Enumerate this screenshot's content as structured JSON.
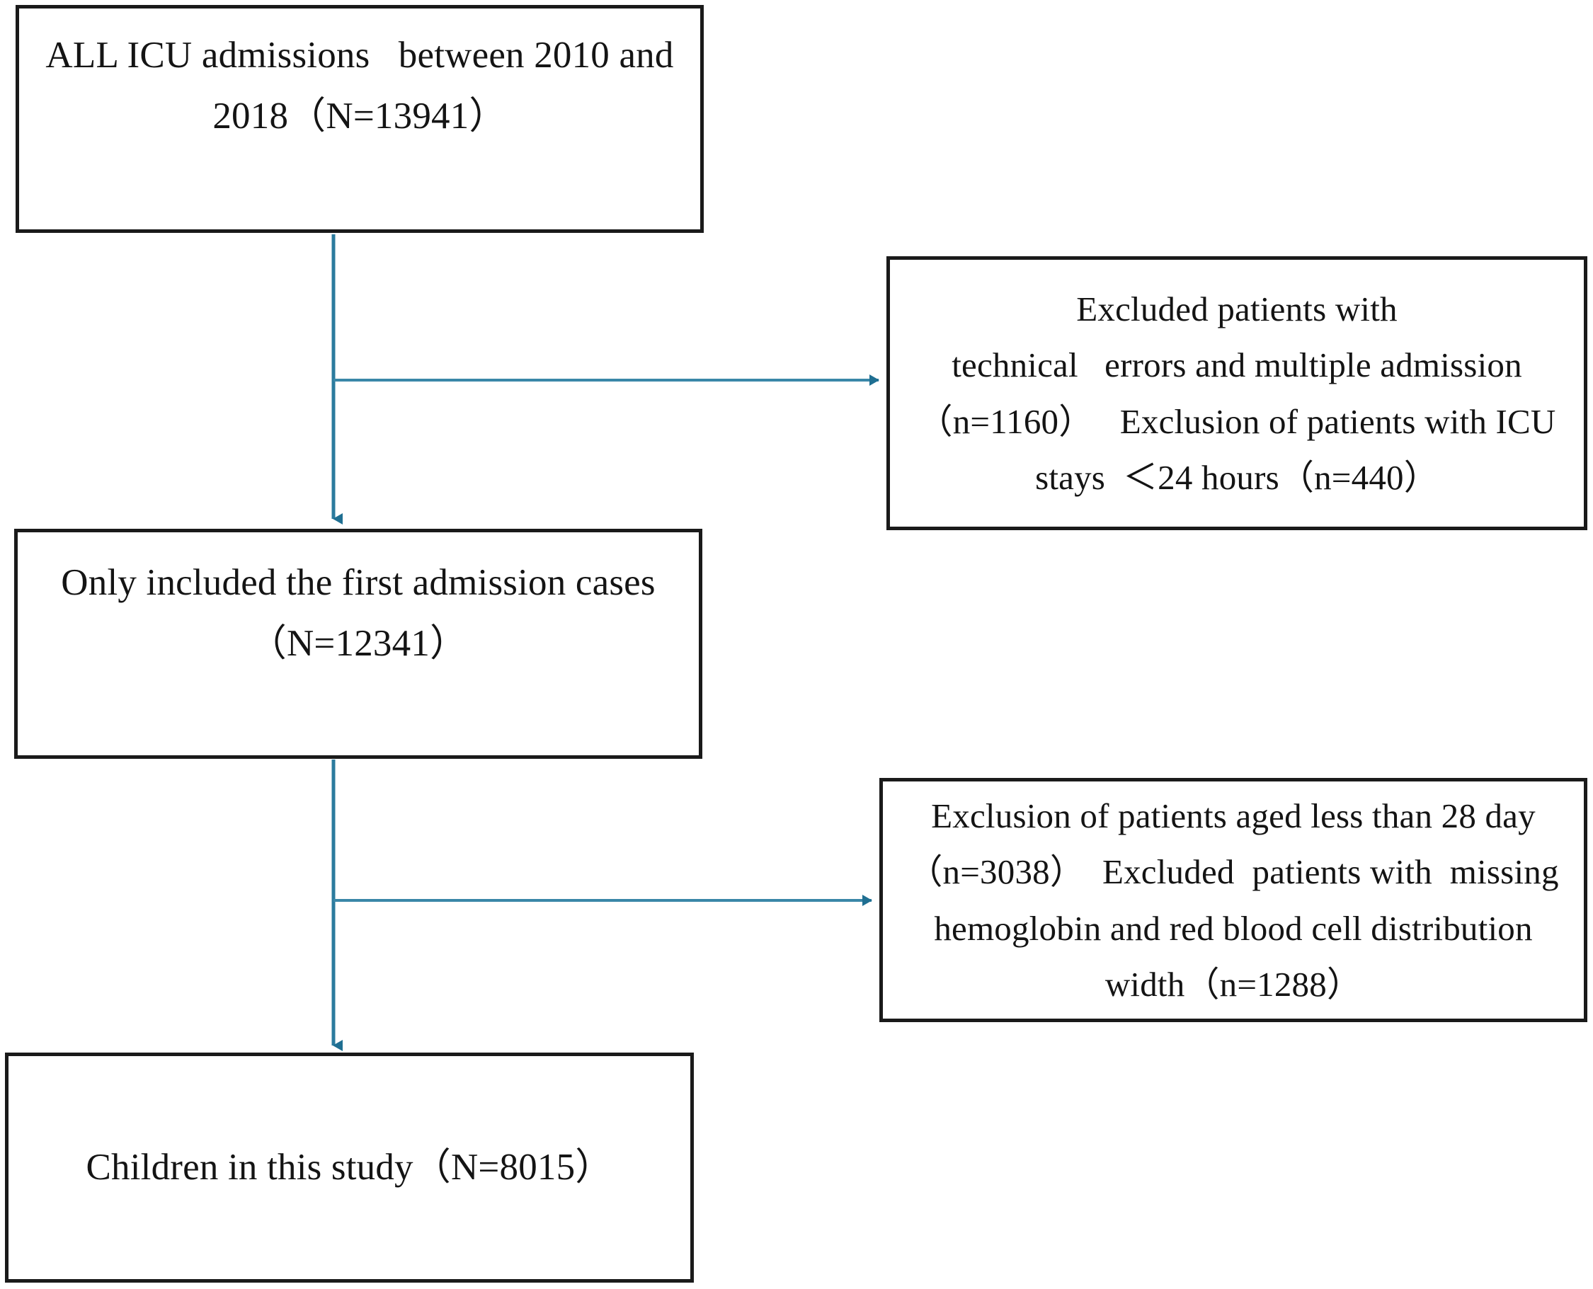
{
  "diagram": {
    "type": "study-flow-diagram",
    "accent_color": "#1f6f92",
    "box_border_color": "#1a1a1a",
    "background_color": "#ffffff",
    "boxes": [
      {
        "id": "all-admissions",
        "lines": [
          "ALL ICU admissions   between 2010 and",
          "2018（N=13941）"
        ]
      },
      {
        "id": "excluded-technical",
        "lines": [
          "Excluded patients with",
          "technical   errors and multiple admission",
          "（n=1160）   Exclusion of patients with ICU",
          "stays  ＜24 hours（n=440）"
        ]
      },
      {
        "id": "first-admission",
        "lines": [
          "Only included the first admission cases",
          "（N=12341）"
        ]
      },
      {
        "id": "excluded-age",
        "lines": [
          "Exclusion of patients aged less than 28 day",
          "（n=3038）  Excluded  patients with  missing",
          "hemoglobin and red blood cell distribution",
          "width（n=1288）"
        ]
      },
      {
        "id": "children-study",
        "lines": [
          "Children in this study（N=8015）"
        ]
      }
    ],
    "connectors": [
      {
        "id": "all-admissions-to-first-admission",
        "kind": "vertical-arrow",
        "from": "all-admissions",
        "to": "first-admission"
      },
      {
        "id": "all-admissions-to-excluded-technical",
        "kind": "horizontal-arrow",
        "from": "all-admissions",
        "to": "excluded-technical"
      },
      {
        "id": "first-admission-to-children-study",
        "kind": "vertical-arrow",
        "from": "first-admission",
        "to": "children-study"
      },
      {
        "id": "first-admission-to-excluded-age",
        "kind": "horizontal-arrow",
        "from": "first-admission",
        "to": "excluded-age"
      }
    ]
  }
}
